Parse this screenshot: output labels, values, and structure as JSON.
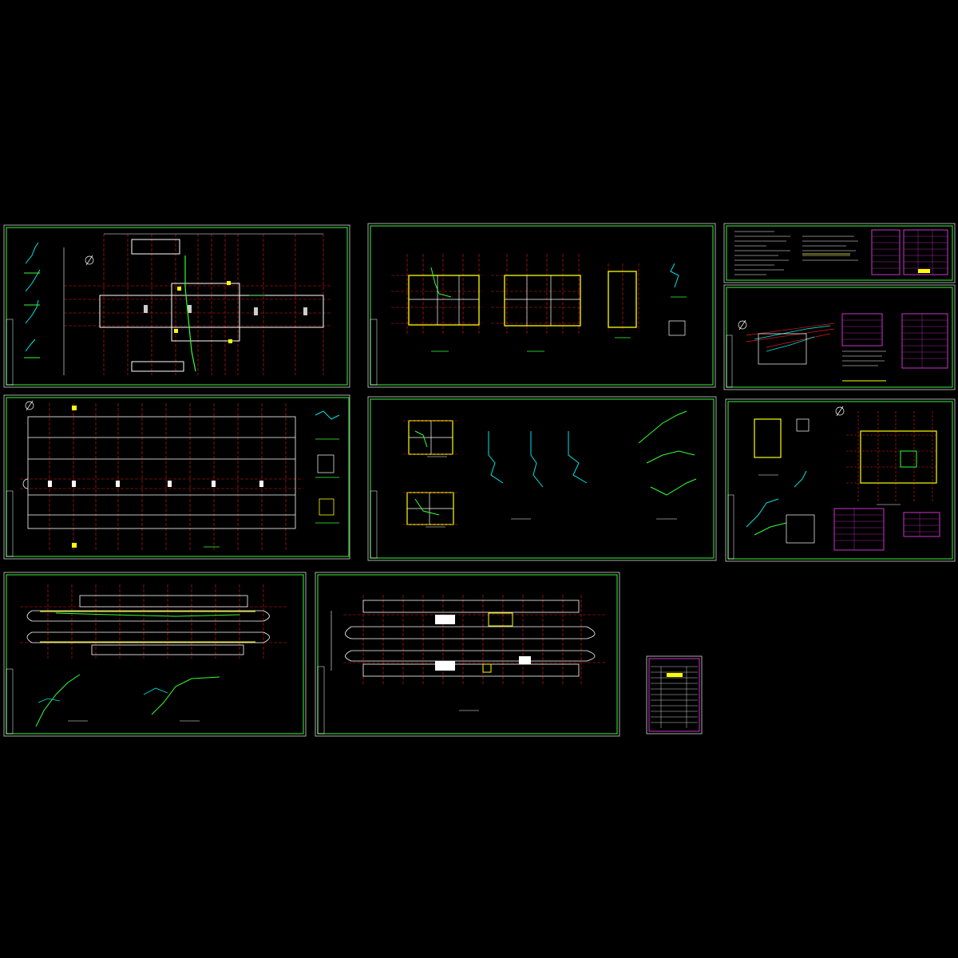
{
  "colors": {
    "background": "#000000",
    "sheet_frame": "#33cc33",
    "inner_frame": "#ffffff",
    "axis_grid": "#e01b1b",
    "wall": "#ffffff",
    "highlight_wall": "#ffff00",
    "pipe_cyan": "#00e5e5",
    "pipe_green": "#33ff33",
    "table_magenta": "#cc33cc"
  },
  "sheets": [
    {
      "id": "sheet-1",
      "kind": "plan-with-isometrics",
      "legend_icon": "north-arrow-icon"
    },
    {
      "id": "sheet-2",
      "kind": "floor-plans-three"
    },
    {
      "id": "sheet-3",
      "kind": "design-notes-tables"
    },
    {
      "id": "sheet-4",
      "kind": "site-plan-with-tables",
      "legend_icon": "north-arrow-icon"
    },
    {
      "id": "sheet-5",
      "kind": "long-plan-grid",
      "legend_icon": "north-arrow-icon"
    },
    {
      "id": "sheet-6",
      "kind": "toilet-plans-isometrics"
    },
    {
      "id": "sheet-7",
      "kind": "detail-plan-tables",
      "legend_icon": "north-arrow-icon"
    },
    {
      "id": "sheet-8",
      "kind": "platform-plan-isometrics"
    },
    {
      "id": "sheet-9",
      "kind": "platform-plan"
    },
    {
      "id": "sheet-10",
      "kind": "drawing-index"
    }
  ]
}
